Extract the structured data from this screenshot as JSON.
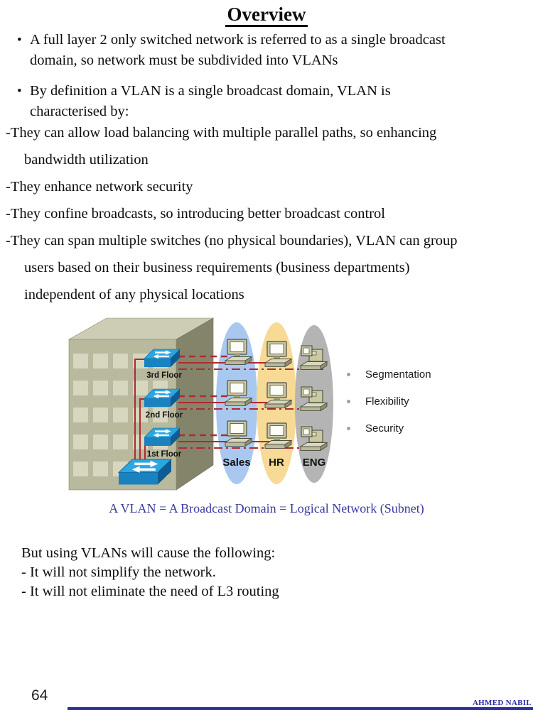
{
  "slide": {
    "title": "Overview",
    "bullets": [
      "A full layer 2 only switched network is referred to as a single broadcast\ndomain, so network must be subdivided into VLANs",
      "By definition a VLAN is a single broadcast domain, VLAN is\ncharacterised by:"
    ],
    "bullet_glyph": "•",
    "points": [
      "-They can allow load balancing with multiple parallel paths, so enhancing",
      "bandwidth utilization",
      "-They enhance network security",
      "-They confine broadcasts, so introducing better broadcast control",
      "-They can span multiple switches (no physical boundaries), VLAN can group",
      "users based on their business requirements (business departments)",
      "independent of any physical locations"
    ],
    "caption": "A VLAN = A Broadcast Domain = Logical Network (Subnet)",
    "closing_lines": [
      "But using VLANs will cause the following:",
      "- It will not simplify the network.",
      "- It will not eliminate the need of L3 routing"
    ],
    "page_number": "64",
    "author": "AHMED NABIL"
  },
  "diagram": {
    "floor_labels": [
      "3rd Floor",
      "2nd Floor",
      "1st Floor"
    ],
    "vlans": [
      {
        "label": "Sales",
        "color": "#a9c8ef"
      },
      {
        "label": "HR",
        "color": "#f6da96"
      },
      {
        "label": "ENG",
        "color": "#b4b4b4"
      }
    ],
    "benefits": [
      "Segmentation",
      "Flexibility",
      "Security"
    ],
    "colors": {
      "building_front": "#b9b99d",
      "building_top": "#cdcdb5",
      "building_side": "#84846a",
      "window": "#d7d7c0",
      "switch_top": "#2aa6e0",
      "switch_front": "#1b82c0",
      "switch_side": "#0d5c93",
      "computer_body": "#c9c9a4",
      "link_red": "#b02a30",
      "caption_blue": "#3a3aa0",
      "footer_navy": "#2e2e96"
    }
  }
}
